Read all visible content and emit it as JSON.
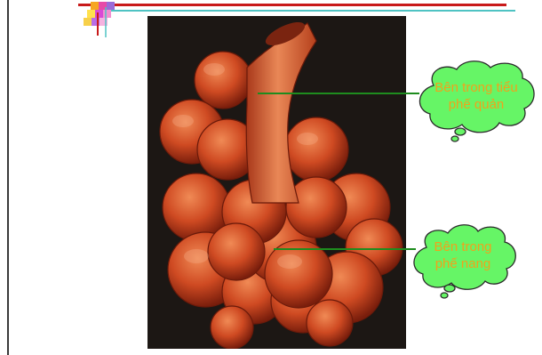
{
  "callouts": [
    {
      "line1": "Bên trong tiểu",
      "line2": "phế quản"
    },
    {
      "line1": "Bên trong",
      "line2": "phế nang"
    }
  ],
  "colors": {
    "bubble_fill": "#66f566",
    "bubble_text": "#f0a21c",
    "pointer_line": "#1e8c1e",
    "top_rule": "#c81a1a",
    "top_rule_secondary": "#4fc3c3"
  },
  "illustration": {
    "subject": "bronchiole-and-alveoli-icon"
  }
}
